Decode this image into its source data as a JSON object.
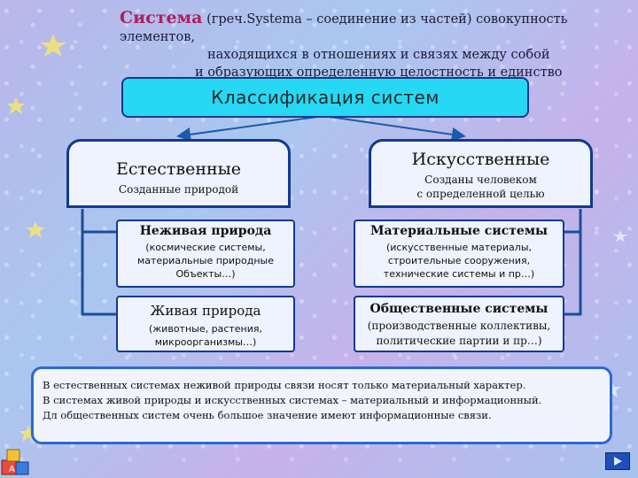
{
  "header": {
    "term": "Система",
    "line1": " (греч.Systema – соединение из частей) совокупность элементов,",
    "line2": "находящихся в отношениях и связях между собой",
    "line3": "и образующих определенную целостность и единство"
  },
  "classification": {
    "title": "Классификация систем"
  },
  "natural": {
    "title": "Естественные",
    "subtitle": "Созданные природой",
    "items": [
      {
        "name": "Неживая природа",
        "desc1": "(космические системы,",
        "desc2": "материальные природные",
        "desc3": "Объекты…)"
      },
      {
        "name": "Живая природа",
        "desc1": "(животные, растения,",
        "desc2": "микроорганизмы…)"
      }
    ]
  },
  "artificial": {
    "title": "Искусственные",
    "subtitle1": "Созданы человеком",
    "subtitle2": "с определенной целью",
    "items": [
      {
        "name": "Материальные системы",
        "desc1": "(искусственные материалы,",
        "desc2": "строительные сооружения,",
        "desc3": "технические системы и пр…)"
      },
      {
        "name": "Общественные системы",
        "desc1": "(производственные коллективы,",
        "desc2": "политические партии и пр…)"
      }
    ]
  },
  "note": {
    "line1": "В естественных системах неживой природы связи носят только материальный характер.",
    "line2": "В системах живой природы и искусственных системах – материальный и информационный.",
    "line3": "Дл общественных систем очень большое значение имеют информационные связи."
  },
  "colors": {
    "accent_cyan": "#26d8f4",
    "border_blue": "#123a8c",
    "term_color": "#b0205c"
  },
  "icons": {
    "nav": "next-slide-arrow-icon",
    "corner": "toy-blocks-icon"
  }
}
